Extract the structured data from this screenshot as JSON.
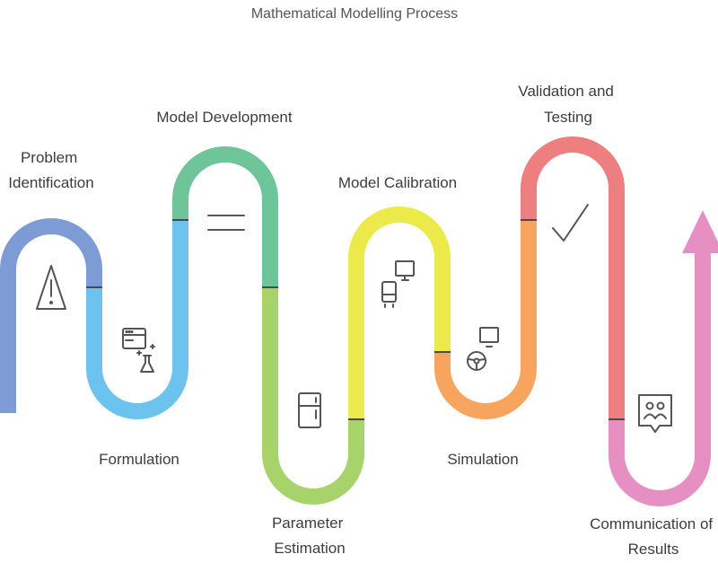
{
  "title": "Mathematical Modelling Process",
  "steps": [
    {
      "id": "problem-identification",
      "label_lines": [
        "Problem",
        "Identification"
      ],
      "color": "#7d9bd4",
      "icon": "warning-icon"
    },
    {
      "id": "formulation",
      "label_lines": [
        "Formulation"
      ],
      "color": "#6cc4ee",
      "icon": "browser-lab-icon"
    },
    {
      "id": "model-development",
      "label_lines": [
        "Model Development"
      ],
      "color": "#6ec59a",
      "icon": "equals-icon"
    },
    {
      "id": "parameter-estimation",
      "label_lines": [
        "Parameter",
        "Estimation"
      ],
      "color": "#a8d36a",
      "icon": "refrigerator-icon"
    },
    {
      "id": "model-calibration",
      "label_lines": [
        "Model Calibration"
      ],
      "color": "#ecea4a",
      "icon": "devices-icon"
    },
    {
      "id": "simulation",
      "label_lines": [
        "Simulation"
      ],
      "color": "#f7a55e",
      "icon": "steering-monitor-icon"
    },
    {
      "id": "validation-testing",
      "label_lines": [
        "Validation and",
        "Testing"
      ],
      "color": "#ee7f80",
      "icon": "checkmark-icon"
    },
    {
      "id": "communication-results",
      "label_lines": [
        "Communication of",
        "Results"
      ],
      "color": "#e68fc2",
      "icon": "chat-people-icon"
    }
  ]
}
